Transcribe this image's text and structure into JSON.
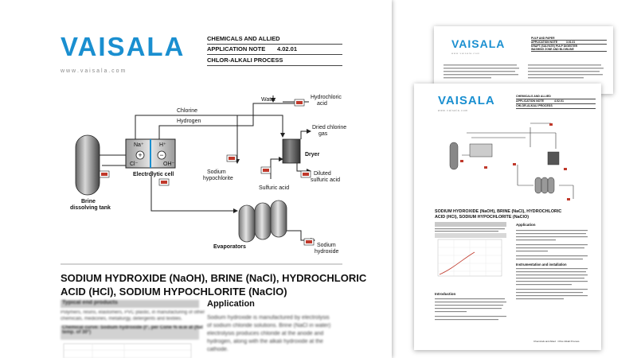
{
  "brand": {
    "logo": "VAISALA",
    "url": "w w w . v a i s a l a . c o m"
  },
  "main_doc": {
    "header": {
      "line1": "CHEMICALS AND ALLIED",
      "line2_label": "APPLICATION NOTE",
      "line2_number": "4.02.01",
      "line3": "CHLOR-ALKALI PROCESS"
    },
    "diagram_labels": {
      "chlorine": "Chlorine",
      "hydrogen": "Hydrogen",
      "water": "Water",
      "hydrochloric_1": "Hydrochloric",
      "hydrochloric_2": "acid",
      "dried_1": "Dried chlorine",
      "dried_2": "gas",
      "dryer": "Dryer",
      "brine_1": "Brine",
      "brine_2": "dissolving tank",
      "electrolytic": "Electrolytic cell",
      "na": "Na⁺",
      "h": "H⁺",
      "cl": "Cl⁻",
      "oh": "OH⁻",
      "sodium_hypo_1": "Sodium",
      "sodium_hypo_2": "hypochlorite",
      "sulfuric": "Sulfuric acid",
      "diluted_1": "Diluted",
      "diluted_2": "sulfuric acid",
      "evaporators": "Evaporators",
      "sodium_hydroxide_1": "Sodium",
      "sodium_hydroxide_2": "hydroxide"
    },
    "title_line1": "SODIUM HYDROXIDE (NaOH), BRINE (NaCl), HYDROCHLORIC",
    "title_line2": "ACID (HCl), SODIUM HYPOCHLORITE (NaClO)",
    "sidebar_head": "Typical end products",
    "sidebar_text_1": "Polymers, resins, elastomers, PVC plastic, in manufacturing of other",
    "sidebar_text_2": "chemicals, medicines, metallurgy, detergents and textiles.",
    "chart_caption_1": "Chemical curve: Sodium hydroxide (t°, per Cone % w.w at (flat",
    "chart_caption_2": "temp. of 30°)",
    "application_head": "Application",
    "app_text_1": "Sodium hydroxide is manufactured by electrolysis",
    "app_text_2": "of sodium chloride solutions. Brine (NaCl in water)",
    "app_text_3": "electrolysis produces chloride at the anode and",
    "app_text_4": "hydrogen, along with the alkali hydroxide at the",
    "app_text_5": "cathode."
  },
  "back_doc": {
    "header": {
      "line1": "PULP AND PAPER",
      "line2_label": "APPLICATION NOTE",
      "line2_number": "3.01.01",
      "line3": "KRAFT (SULFATE) PULP DIGESTER",
      "line4": "WASHING ZONE AND BLOWLINE"
    }
  },
  "mid_doc": {
    "header": {
      "line1": "CHEMICALS AND ALLIED",
      "line2_label": "APPLICATION NOTE",
      "line2_number": "4.02.01",
      "line3": "CHLOR-ALKALI PROCESS"
    },
    "title_line1": "SODIUM HYDROXIDE (NaOH), BRINE (NaCl), HYDROCHLORIC",
    "title_line2": "ACID (HCl), SODIUM HYPOCHLORITE (NaClO)",
    "application_head": "Application",
    "intro_head": "Introduction",
    "install_head": "Instrumentation and installation",
    "footer": "Chemicals and Allied · Chlor-Alkali Process"
  }
}
